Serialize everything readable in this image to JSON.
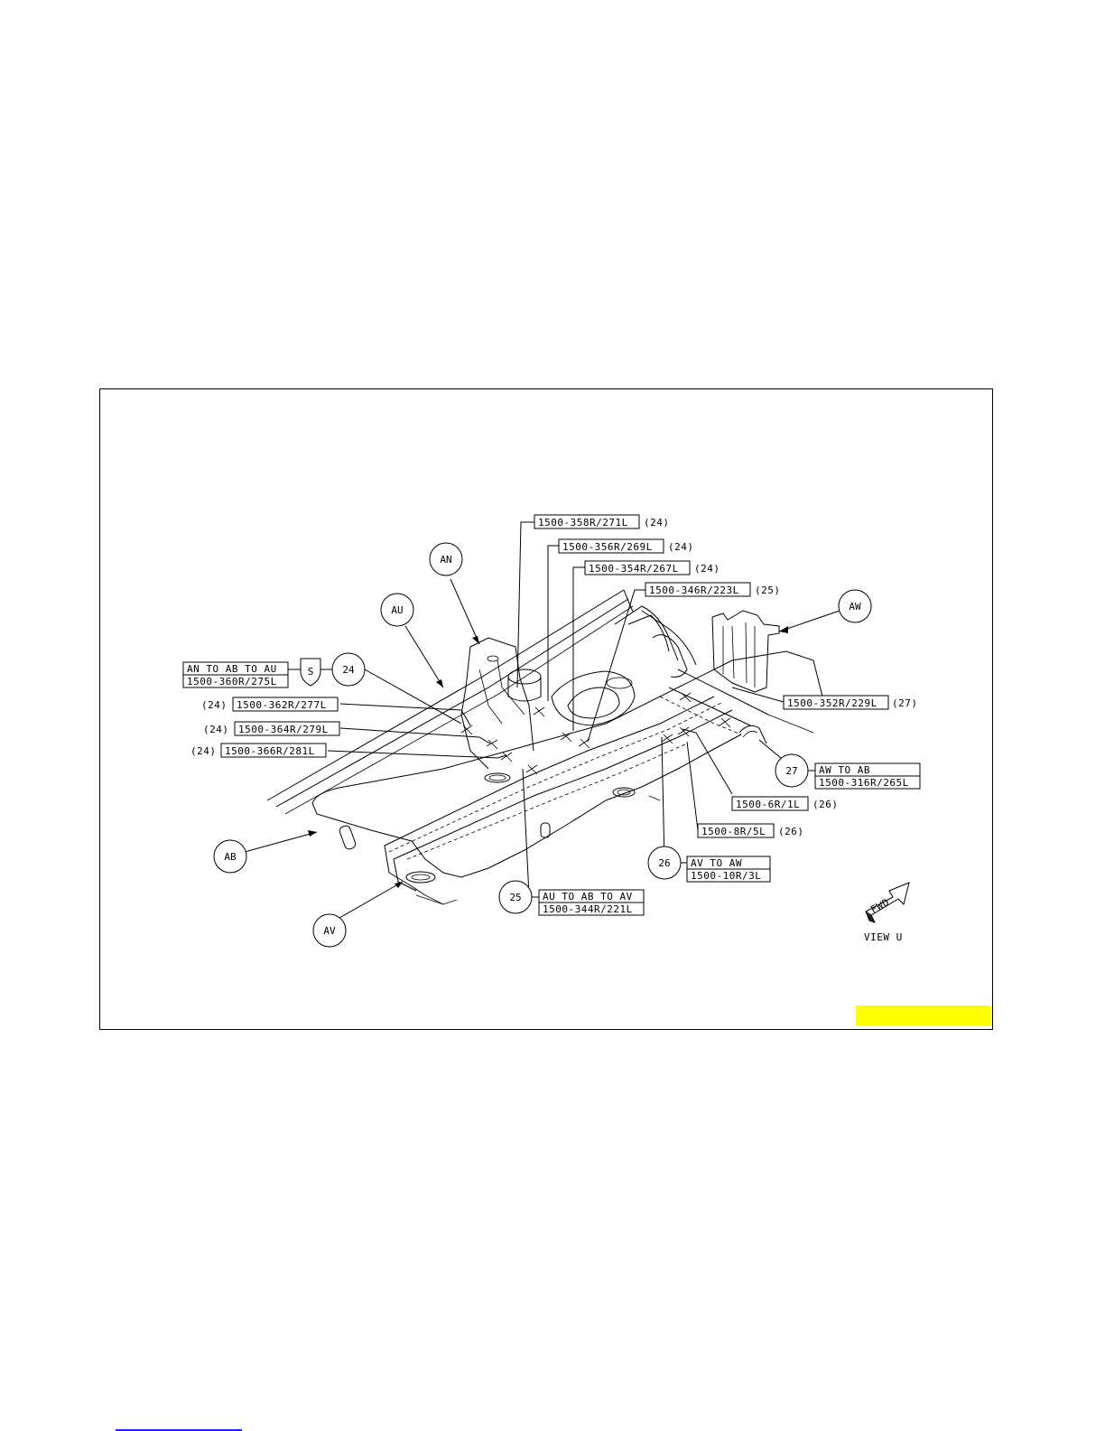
{
  "figure": {
    "view_label": "VIEW U",
    "fwd_label": "FWD"
  },
  "circles": {
    "an": "AN",
    "au": "AU",
    "aw": "AW",
    "ab": "AB",
    "av": "AV",
    "c24": "24",
    "c25": "25",
    "c26": "26",
    "c27": "27",
    "s": "S"
  },
  "callouts": {
    "c358": {
      "code": "1500-358R/271L",
      "ref": "(24)"
    },
    "c356": {
      "code": "1500-356R/269L",
      "ref": "(24)"
    },
    "c354": {
      "code": "1500-354R/267L",
      "ref": "(24)"
    },
    "c346": {
      "code": "1500-346R/223L",
      "ref": "(25)"
    },
    "c362": {
      "code": "1500-362R/277L",
      "ref": "(24)"
    },
    "c364": {
      "code": "1500-364R/279L",
      "ref": "(24)"
    },
    "c366": {
      "code": "1500-366R/281L",
      "ref": "(24)"
    },
    "c352": {
      "code": "1500-352R/229L",
      "ref": "(27)"
    },
    "c6": {
      "code": "1500-6R/1L",
      "ref": "(26)"
    },
    "c8": {
      "code": "1500-8R/5L",
      "ref": "(26)"
    }
  },
  "groups": {
    "g24": {
      "line1": "AN TO AB TO AU",
      "line2": "1500-360R/275L"
    },
    "g27": {
      "line1": "AW TO AB",
      "line2": "1500-316R/265L"
    },
    "g26": {
      "line1": "AV TO AW",
      "line2": "1500-10R/3L"
    },
    "g25": {
      "line1": "AU TO AB TO AV",
      "line2": "1500-344R/221L"
    }
  },
  "colors": {
    "highlight": "#ffff00",
    "footer_line": "#2323ff"
  }
}
